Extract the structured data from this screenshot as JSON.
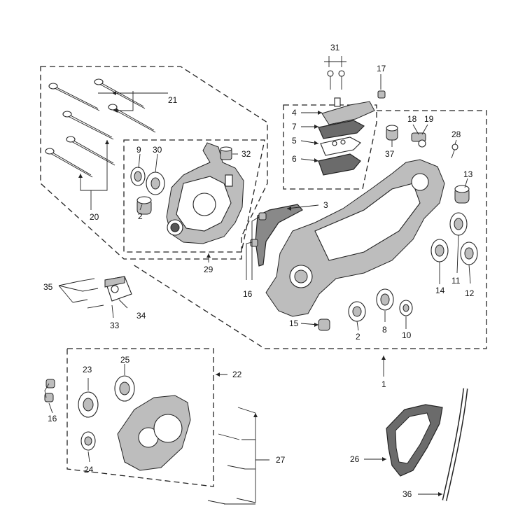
{
  "labels": {
    "l1": "1",
    "l2a": "2",
    "l2b": "2",
    "l3": "3",
    "l4": "4",
    "l5": "5",
    "l6": "6",
    "l7": "7",
    "l8": "8",
    "l9": "9",
    "l10": "10",
    "l11": "11",
    "l12": "12",
    "l13": "13",
    "l14": "14",
    "l15": "15",
    "l16a": "16",
    "l16b": "16",
    "l17": "17",
    "l18": "18",
    "l19": "19",
    "l20": "20",
    "l21": "21",
    "l22": "22",
    "l23": "23",
    "l24": "24",
    "l25": "25",
    "l26": "26",
    "l27": "27",
    "l28": "28",
    "l29": "29",
    "l30": "30",
    "l31": "31",
    "l32": "32",
    "l33": "33",
    "l34": "34",
    "l35": "35",
    "l36": "36",
    "l37": "37"
  },
  "colors": {
    "line": "#222222",
    "shade": "#bdbdbd",
    "gasket": "#6b6b6b",
    "background": "#ffffff"
  }
}
